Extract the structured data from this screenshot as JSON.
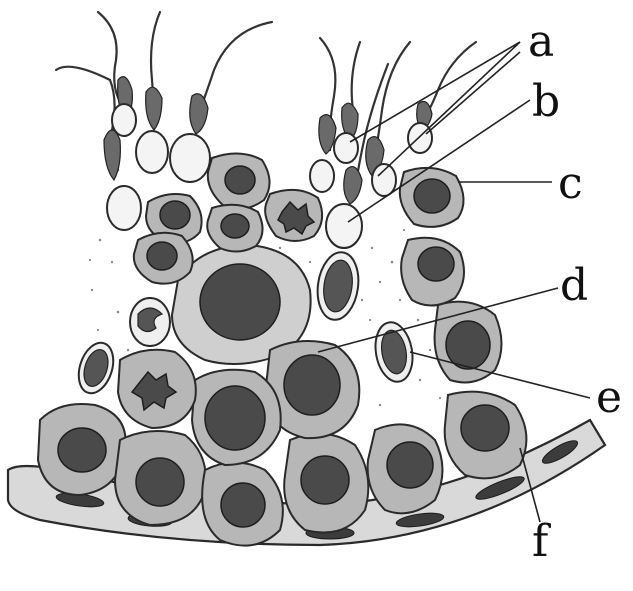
{
  "labels": {
    "a": "a",
    "b": "b",
    "c": "c",
    "d": "d",
    "e": "e",
    "f": "f"
  },
  "colors": {
    "cell_fill": "#b7b7b7",
    "nucleus_fill": "#4a4a4a",
    "sperm_head_fill": "#f4f4f4",
    "membrane_fill": "#d9d9d9",
    "background": "#ffffff"
  }
}
